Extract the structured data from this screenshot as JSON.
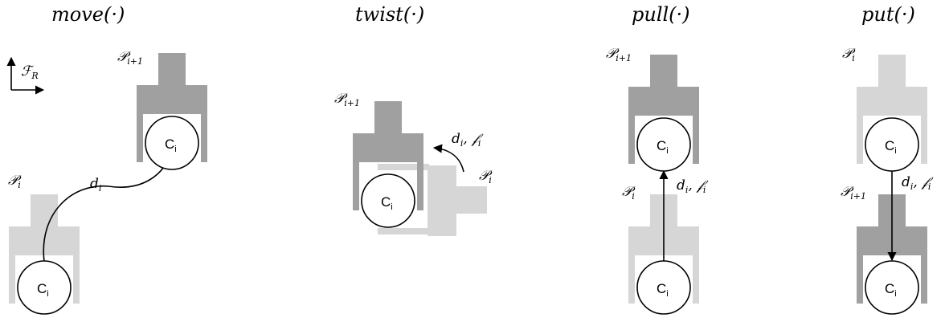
{
  "panels": [
    {
      "title": "move(·)"
    },
    {
      "title": "twist(·)"
    },
    {
      "title": "pull(·)"
    },
    {
      "title": "put(·)"
    }
  ],
  "frame": {
    "symbol": "ℱ",
    "subscript": "R"
  },
  "labels": {
    "p": "𝒫",
    "sub_i": "i",
    "sub_i1": "i+1",
    "d": "d",
    "f": "𝒻",
    "comma": ", "
  },
  "object": {
    "letter": "C",
    "subscript": "i"
  },
  "colors": {
    "previous_pose": "#d6d6d6",
    "next_pose": "#a0a0a0"
  }
}
